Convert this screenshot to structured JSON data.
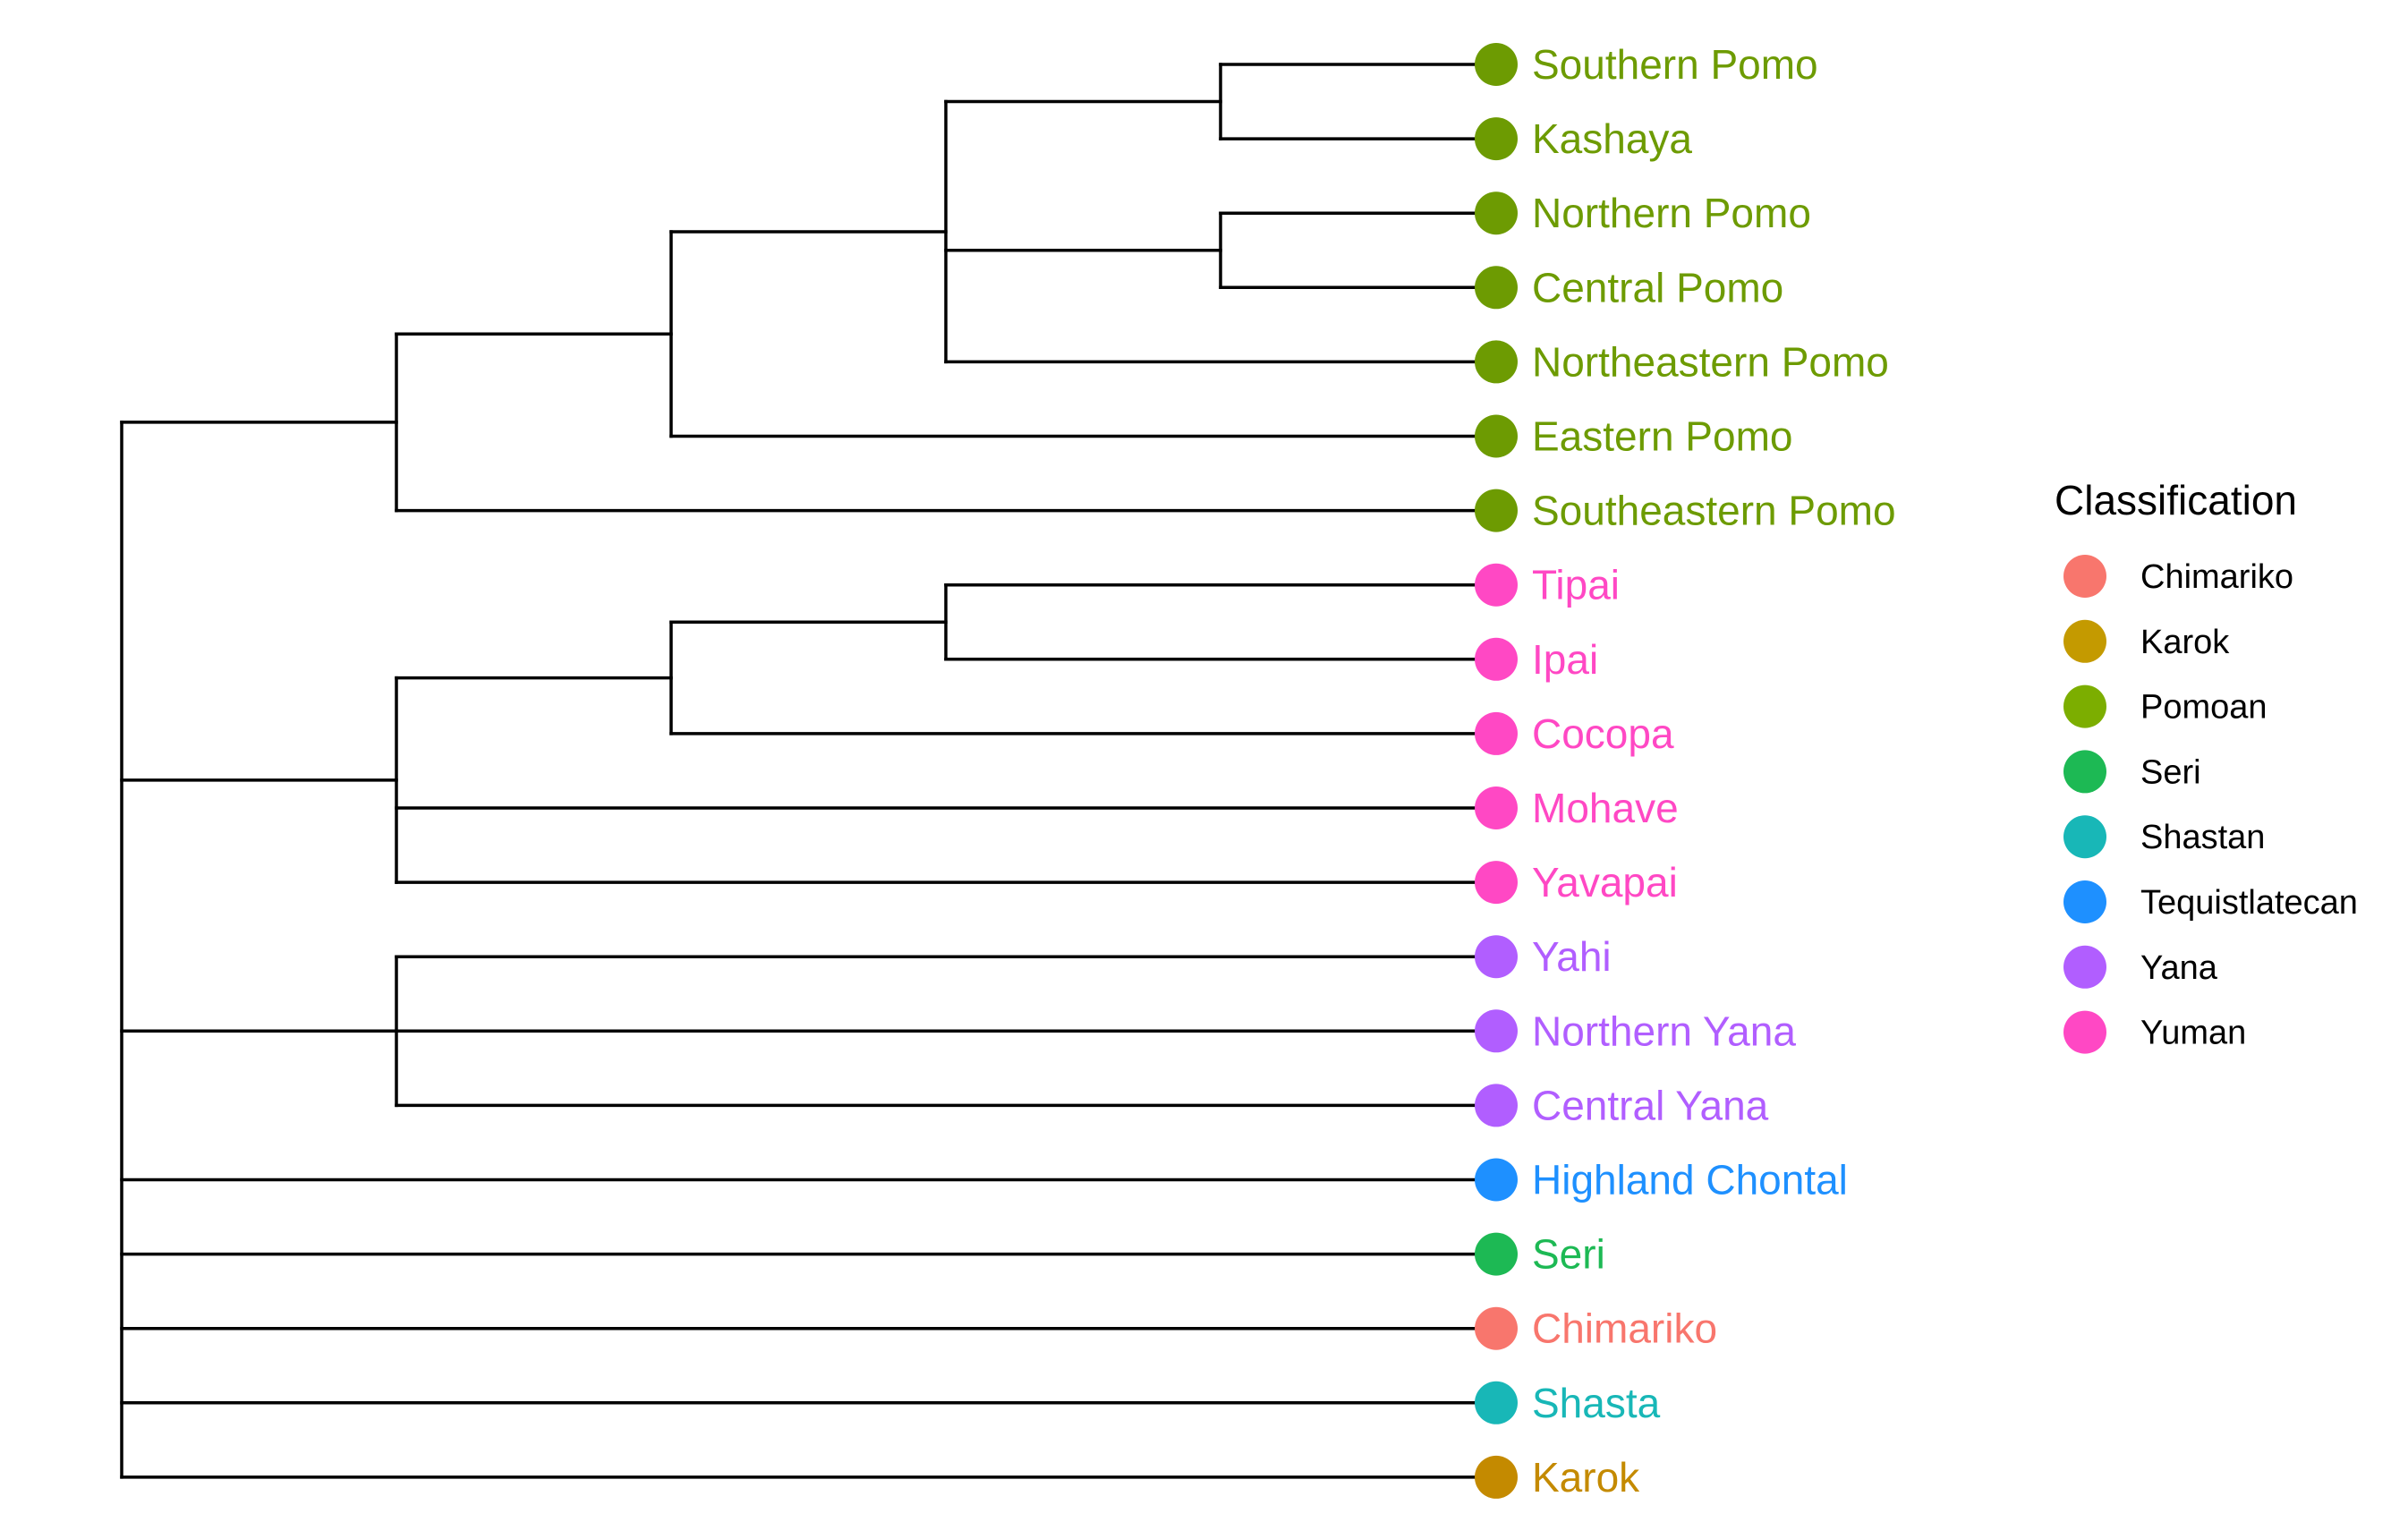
{
  "tree": {
    "children": [
      {
        "children": [
          {
            "children": [
              {
                "children": [
                  {
                    "children": [
                      {
                        "label": "Southern Pomo",
                        "group": "Pomoan"
                      },
                      {
                        "label": "Kashaya",
                        "group": "Pomoan"
                      }
                    ]
                  },
                  {
                    "children": [
                      {
                        "label": "Northern Pomo",
                        "group": "Pomoan"
                      },
                      {
                        "label": "Central Pomo",
                        "group": "Pomoan"
                      }
                    ]
                  },
                  {
                    "label": "Northeastern Pomo",
                    "group": "Pomoan"
                  }
                ]
              },
              {
                "label": "Eastern Pomo",
                "group": "Pomoan"
              }
            ]
          },
          {
            "label": "Southeastern Pomo",
            "group": "Pomoan"
          }
        ]
      },
      {
        "children": [
          {
            "children": [
              {
                "children": [
                  {
                    "label": "Tipai",
                    "group": "Yuman"
                  },
                  {
                    "label": "Ipai",
                    "group": "Yuman"
                  }
                ]
              },
              {
                "label": "Cocopa",
                "group": "Yuman"
              }
            ]
          },
          {
            "label": "Mohave",
            "group": "Yuman"
          },
          {
            "label": "Yavapai",
            "group": "Yuman"
          }
        ]
      },
      {
        "children": [
          {
            "label": "Yahi",
            "group": "Yana"
          },
          {
            "label": "Northern Yana",
            "group": "Yana"
          },
          {
            "label": "Central Yana",
            "group": "Yana"
          }
        ]
      },
      {
        "label": "Highland Chontal",
        "group": "Tequistlatecan"
      },
      {
        "label": "Seri",
        "group": "Seri"
      },
      {
        "label": "Chimariko",
        "group": "Chimariko"
      },
      {
        "label": "Shasta",
        "group": "Shastan"
      },
      {
        "label": "Karok",
        "group": "Karok"
      }
    ]
  },
  "legend": {
    "title": "Classification",
    "items": [
      {
        "label": "Chimariko",
        "color": "#F8766D"
      },
      {
        "label": "Karok",
        "color": "#C49A00"
      },
      {
        "label": "Pomoan",
        "color": "#7CAE00"
      },
      {
        "label": "Seri",
        "color": "#1DB954"
      },
      {
        "label": "Shastan",
        "color": "#18B7B7"
      },
      {
        "label": "Tequistlatecan",
        "color": "#1E90FF"
      },
      {
        "label": "Yana",
        "color": "#B15EFF"
      },
      {
        "label": "Yuman",
        "color": "#FF48C4"
      }
    ]
  },
  "colors": {
    "Pomoan": "#6D9B02",
    "Yuman": "#FF48C4",
    "Yana": "#B15EFF",
    "Tequistlatecan": "#1E90FF",
    "Seri": "#1DB954",
    "Chimariko": "#F8766D",
    "Shastan": "#18B7B7",
    "Karok": "#C48A00",
    "branch": "#000000"
  }
}
